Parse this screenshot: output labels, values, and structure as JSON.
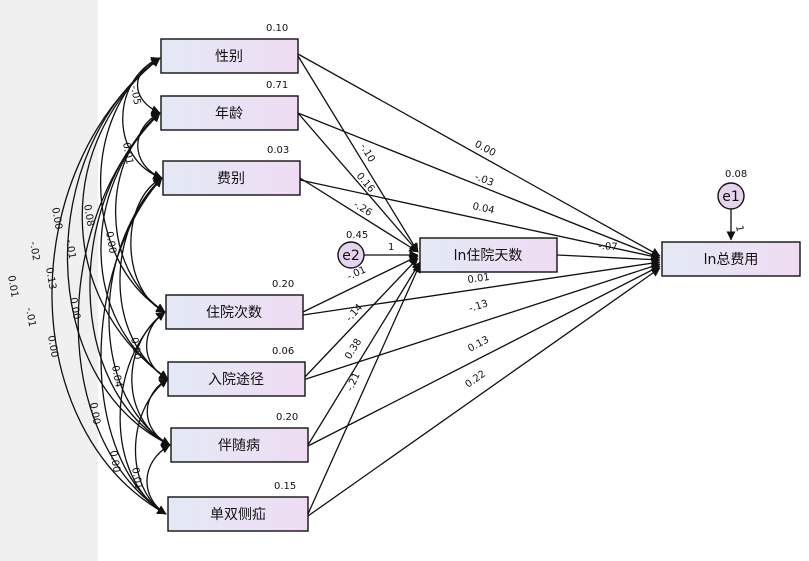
{
  "nodes": {
    "gender": {
      "label": "性别",
      "variance": "0.10"
    },
    "age": {
      "label": "年龄",
      "variance": "0.71"
    },
    "fee_type": {
      "label": "费别",
      "variance": "0.03"
    },
    "admissions": {
      "label": "住院次数",
      "variance": "0.20"
    },
    "route": {
      "label": "入院途径",
      "variance": "0.06"
    },
    "comorbid": {
      "label": "伴随病",
      "variance": "0.20"
    },
    "bilateral": {
      "label": "单双侧疝",
      "variance": "0.15"
    },
    "ln_days": {
      "label": "ln住院天数"
    },
    "ln_cost": {
      "label": "ln总费用"
    }
  },
  "errors": {
    "e1": {
      "label": "e1",
      "variance": "0.08",
      "path_weight": "1"
    },
    "e2": {
      "label": "e2",
      "path_weight": "1"
    }
  },
  "paths_to_days": {
    "gender": "-.10",
    "age": "0.16",
    "fee_type": "-.26",
    "admissions": "-.01",
    "route": "-.14",
    "comorbid": "0.38",
    "bilateral": "-.21"
  },
  "paths_to_cost": {
    "gender": "0.00",
    "age": "-.03",
    "fee_type": "0.04",
    "admissions": "0.01",
    "route": "-.13",
    "comorbid": "0.13",
    "bilateral": "0.22",
    "ln_days": "-.07"
  },
  "r2_days": "0.45",
  "covariances": {
    "gender_age": "-.05",
    "age_fee": "0.01",
    "c1": "0.00",
    "c2": "0.08",
    "c3": "0.00",
    "c4": "-.01",
    "c5": "-.02",
    "c6": "0.13",
    "c7": "0.00",
    "c8": "0.01",
    "c9": "-.01",
    "c10": "0.00",
    "c11": "0.00",
    "c12": "0.04",
    "c13": "0.00",
    "c14": "0.00",
    "c15": "0.01"
  },
  "colors": {
    "box_fill_top": "#e3e9f5",
    "box_fill_bottom": "#efdcf3",
    "error_fill": "#e6d3ee",
    "left_panel": "#f0f0f0"
  }
}
